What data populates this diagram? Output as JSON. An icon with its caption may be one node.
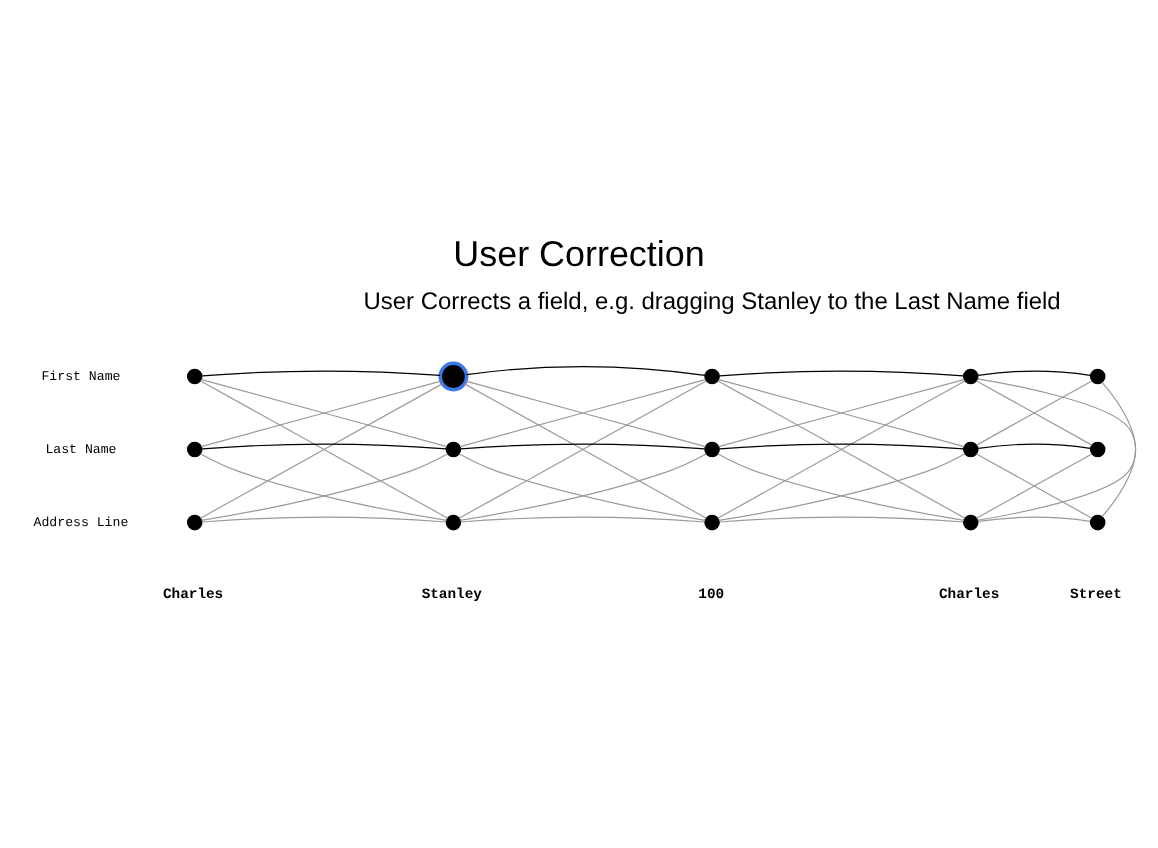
{
  "diagram": {
    "title": "User Correction",
    "nodes": [
      {
        "text": [],
        "shape": "circle"
      },
      {
        "text": [],
        "shape": "circle"
      },
      {
        "text": [],
        "shape": "circle"
      },
      {
        "text": [],
        "shape": "circle"
      },
      {
        "text": [],
        "shape": "circle"
      },
      {
        "text": [],
        "shape": "circle"
      },
      {
        "text": [],
        "shape": "circle"
      },
      {
        "text": [],
        "shape": "circle"
      },
      {
        "text": [],
        "shape": "circle"
      },
      {
        "text": [],
        "shape": "circle"
      },
      {
        "text": [],
        "shape": "circle"
      },
      {
        "text": [],
        "shape": "circle"
      },
      {
        "text": [],
        "shape": "circle"
      },
      {
        "text": [],
        "shape": "circle"
      },
      {
        "text": [],
        "shape": "circle"
      }
    ],
    "edges": [
      {
        "from": 0,
        "to": 1,
        "arrow": "none",
        "color": "#000000"
      },
      {
        "from": 0,
        "to": 6,
        "arrow": "none"
      },
      {
        "from": 0,
        "to": 11,
        "arrow": "none"
      },
      {
        "from": 5,
        "to": 1,
        "arrow": "none"
      },
      {
        "from": 5,
        "to": 6,
        "arrow": "none",
        "color": "#000000"
      },
      {
        "from": 5,
        "to": 11,
        "arrow": "none"
      },
      {
        "from": 10,
        "to": 1,
        "arrow": "none"
      },
      {
        "from": 10,
        "to": 6,
        "arrow": "none"
      },
      {
        "from": 10,
        "to": 11,
        "arrow": "none"
      },
      {
        "from": 1,
        "to": 2,
        "arrow": "none",
        "color": "#000000"
      },
      {
        "from": 1,
        "to": 7,
        "arrow": "none"
      },
      {
        "from": 1,
        "to": 12,
        "arrow": "none"
      },
      {
        "from": 6,
        "to": 2,
        "arrow": "none"
      },
      {
        "from": 6,
        "to": 7,
        "arrow": "none",
        "color": "#000000"
      },
      {
        "from": 6,
        "to": 12,
        "arrow": "none"
      },
      {
        "from": 11,
        "to": 2,
        "arrow": "none"
      },
      {
        "from": 11,
        "to": 7,
        "arrow": "none"
      },
      {
        "from": 11,
        "to": 12,
        "arrow": "none"
      },
      {
        "from": 2,
        "to": 3,
        "arrow": "none",
        "color": "#000000"
      },
      {
        "from": 2,
        "to": 8,
        "arrow": "none"
      },
      {
        "from": 2,
        "to": 13,
        "arrow": "none"
      },
      {
        "from": 7,
        "to": 3,
        "arrow": "none"
      },
      {
        "from": 7,
        "to": 8,
        "arrow": "none",
        "color": "#000000"
      },
      {
        "from": 7,
        "to": 13,
        "arrow": "none"
      },
      {
        "from": 12,
        "to": 3,
        "arrow": "none"
      },
      {
        "from": 12,
        "to": 8,
        "arrow": "none"
      },
      {
        "from": 12,
        "to": 13,
        "arrow": "none"
      },
      {
        "from": 3,
        "to": 4,
        "arrow": "none",
        "color": "#000000"
      },
      {
        "from": 3,
        "to": 9,
        "arrow": "none"
      },
      {
        "from": 3,
        "to": 14,
        "arrow": "none"
      },
      {
        "from": 8,
        "to": 4,
        "arrow": "none"
      },
      {
        "from": 8,
        "to": 9,
        "arrow": "none",
        "color": "#000000"
      },
      {
        "from": 8,
        "to": 14,
        "arrow": "none"
      },
      {
        "from": 13,
        "to": 4,
        "arrow": "none"
      },
      {
        "from": 13,
        "to": 9,
        "arrow": "none"
      },
      {
        "from": 13,
        "to": 14,
        "arrow": "none"
      }
    ],
    "labels": [
      "User Corrects a field, e.g. dragging Stanley to the Last Name field",
      "First Name",
      "Last Name",
      "Address Line",
      "Charles",
      "Stanley",
      "100",
      "Charles",
      "Street"
    ]
  }
}
